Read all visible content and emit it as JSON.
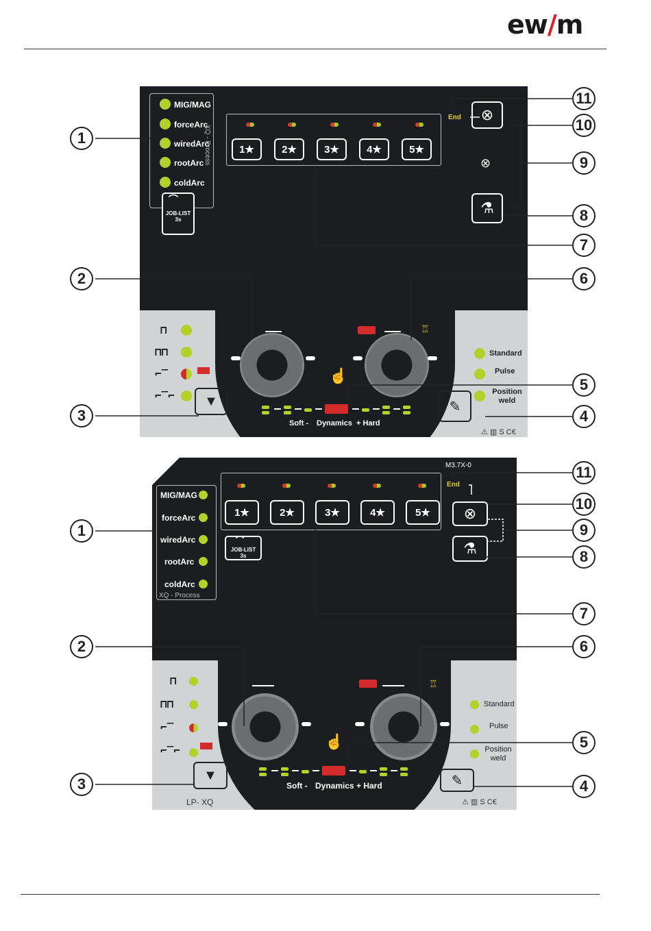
{
  "brand": {
    "logo_text": "ew",
    "logo_slash": "/",
    "logo_end": "m"
  },
  "callouts": [
    "1",
    "2",
    "3",
    "4",
    "5",
    "6",
    "7",
    "8",
    "9",
    "10",
    "11"
  ],
  "panel_top": {
    "processes": [
      "MIG/MAG",
      "forceArc",
      "wiredArc",
      "rootArc",
      "coldArc"
    ],
    "group_label": "XQ - Process",
    "job_button": {
      "line1": "JOB-LIST",
      "line2": "3s"
    },
    "jobs": [
      "1★",
      "2★",
      "3★",
      "4★",
      "5★"
    ],
    "end_label": "End",
    "modes": [
      "Standard",
      "Pulse",
      "Position weld"
    ],
    "dynamics": {
      "soft": "Soft -",
      "middle": "Dynamics",
      "hard": "+ Hard"
    },
    "certs": "⚠ ▥ S C€"
  },
  "panel_bottom": {
    "model": "M3.7X-0",
    "processes": [
      "MIG/MAG",
      "forceArc",
      "wiredArc",
      "rootArc",
      "coldArc"
    ],
    "group_label": "XQ - Process",
    "job_button": {
      "line1": "JOB-LIST",
      "line2": "3s"
    },
    "jobs": [
      "1★",
      "2★",
      "3★",
      "4★",
      "5★"
    ],
    "end_label": "End",
    "modes": [
      "Standard",
      "Pulse",
      "Position weld"
    ],
    "dynamics": {
      "soft": "Soft -",
      "middle": "Dynamics",
      "hard": "+ Hard"
    },
    "footer_label": "LP- XQ",
    "certs": "⚠ ▥ S C€"
  },
  "colors": {
    "led_green": "#b5cf2b",
    "led_red": "#d42c2c",
    "panel_bg": "#1c1d20",
    "panel_grey": "#d2d3d5",
    "end_yellow": "#e4cc1c"
  }
}
